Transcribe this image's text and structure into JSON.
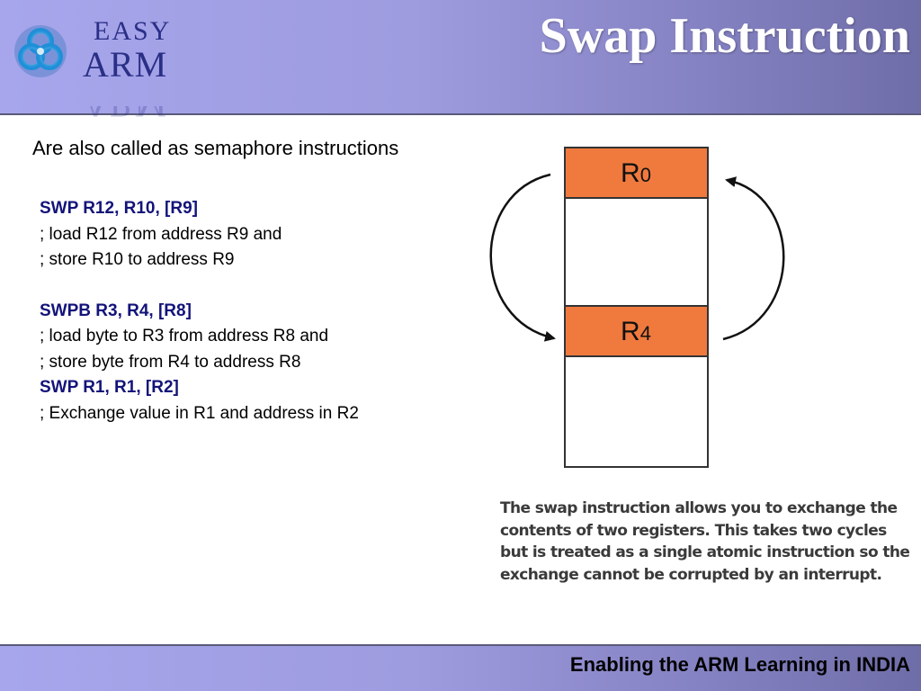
{
  "header": {
    "title": "Swap Instruction",
    "logo": {
      "word1": "EASY",
      "word2": "ARM",
      "icon": "knot-logo-icon"
    }
  },
  "intro": "Are also called as semaphore instructions",
  "code": {
    "block1": {
      "cmd": "SWP R12, R10, [R9]",
      "c1": "; load R12 from address R9 and",
      "c2": "; store R10 to address R9"
    },
    "block2": {
      "cmd": "SWPB R3, R4, [R8]",
      "c1": "; load byte to R3 from address R8 and",
      "c2": "; store byte from R4 to address R8"
    },
    "block3": {
      "cmd": "SWP R1, R1, [R2]",
      "c1": "; Exchange value in R1 and address in R2"
    }
  },
  "diagram": {
    "reg_a_main": "R",
    "reg_a_sub": "0",
    "reg_b_main": "R",
    "reg_b_sub": "4",
    "fill": "#f07a3e"
  },
  "caption": {
    "l1": "The swap instruction allows you to exchange the",
    "l2": "contents of two registers. This takes two cycles",
    "l3": "but is treated as a single atomic instruction so the",
    "l4": "exchange cannot be corrupted by an interrupt."
  },
  "footer": {
    "text": "Enabling the ARM Learning in INDIA"
  },
  "colors": {
    "header": "#9e9bdf",
    "code_cmd": "#13137a",
    "register": "#f07a3e"
  }
}
